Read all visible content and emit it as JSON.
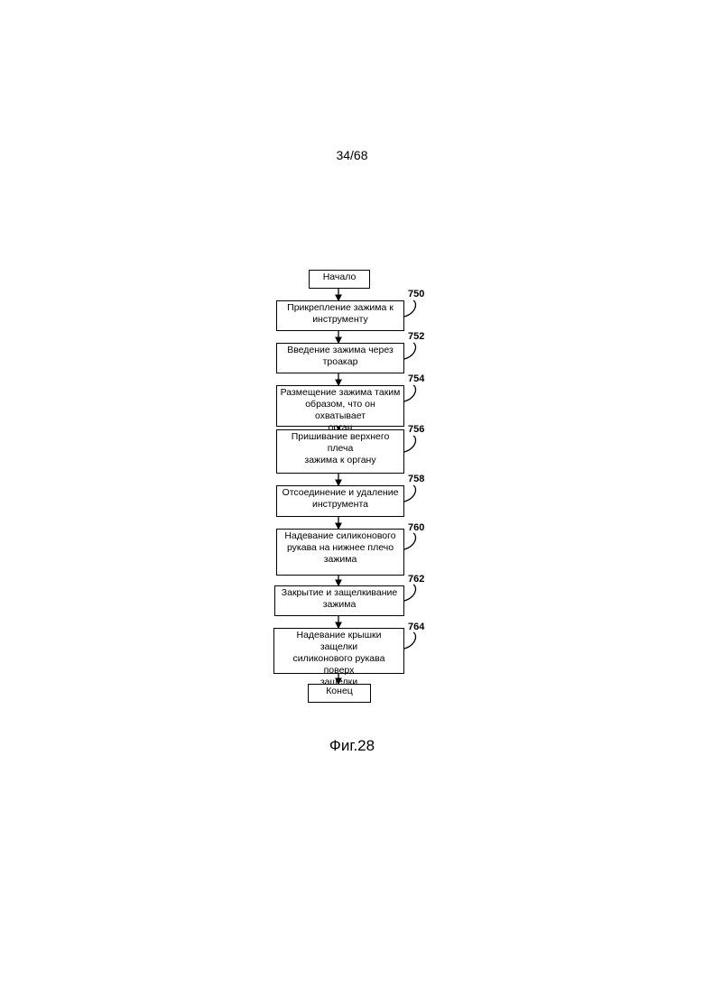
{
  "page_number": "34/68",
  "figure_caption": "Фиг.28",
  "flowchart": {
    "start": "Начало",
    "end": "Конец",
    "steps": [
      {
        "ref": "750",
        "text": "Прикрепление зажима к\nинструменту"
      },
      {
        "ref": "752",
        "text": "Введение зажима через\nтроакар"
      },
      {
        "ref": "754",
        "text": "Размещение зажима таким\nобразом, что он охватывает\nорган"
      },
      {
        "ref": "756",
        "text": "Пришивание верхнего плеча\nзажима к органу"
      },
      {
        "ref": "758",
        "text": "Отсоединение и удаление\nинструмента"
      },
      {
        "ref": "760",
        "text": "Надевание силиконового\nрукава на нижнее плечо\nзажима"
      },
      {
        "ref": "762",
        "text": "Закрытие и защелкивание\nзажима"
      },
      {
        "ref": "764",
        "text": "Надевание крышки защелки\nсиликонового рукава поверх\nзащелки"
      }
    ]
  }
}
